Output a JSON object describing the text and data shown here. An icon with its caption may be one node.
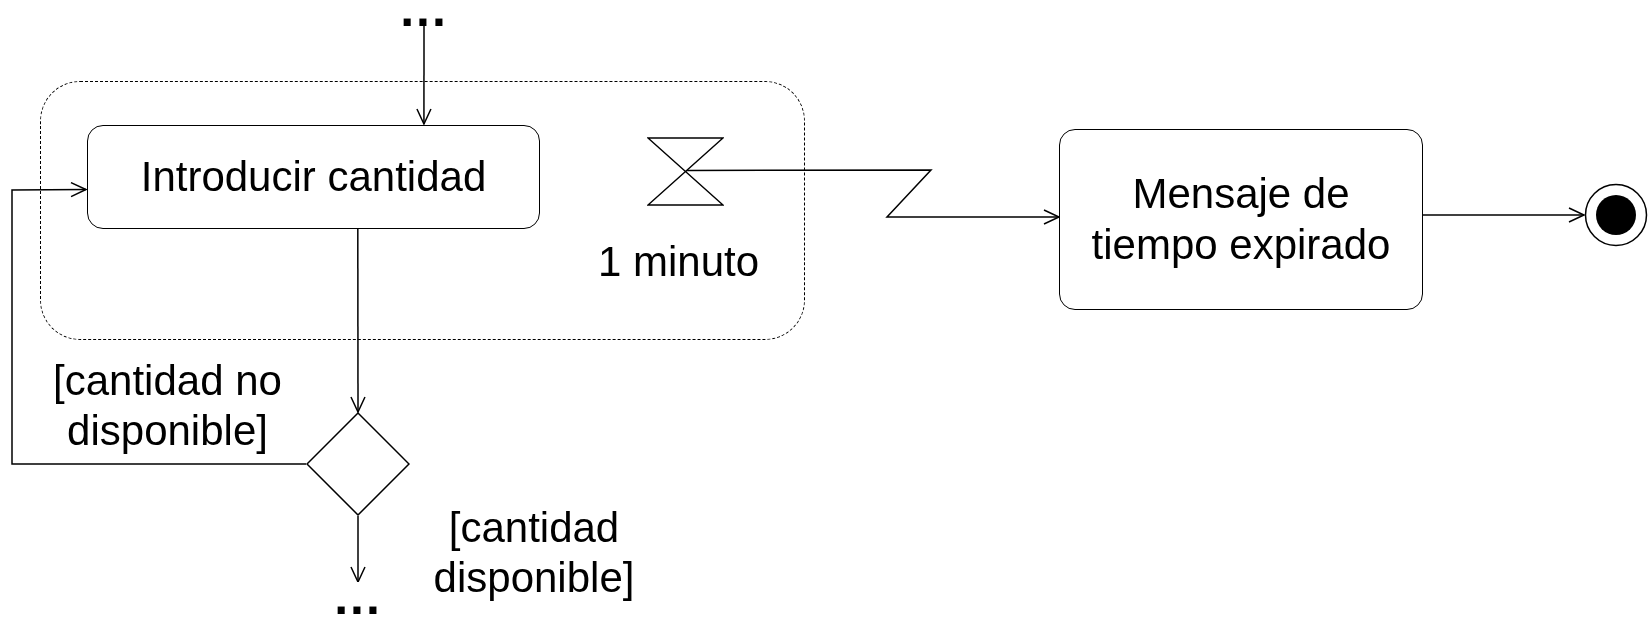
{
  "diagram": {
    "nodes": [
      {
        "text": [],
        "shape": "box"
      },
      {
        "text": [
          "Introducir cantidad"
        ],
        "in": 0
      },
      {
        "text": [],
        "shape": "hourglass",
        "beside": [
          "1 minuto"
        ],
        "in": 0
      },
      {
        "text": [
          "Mensaje de tiempo expirado"
        ]
      },
      {
        "text": [],
        "shape": "circle"
      },
      {
        "text": [],
        "shape": "diamond"
      },
      {
        "text": [
          "..."
        ]
      },
      {
        "text": [
          "..."
        ]
      }
    ],
    "edges": [
      {
        "from": 6,
        "to": 1,
        "arrow": "to"
      },
      {
        "from": 1,
        "to": 5,
        "arrow": "to"
      },
      {
        "from": 5,
        "to": 1,
        "arrow": "to",
        "label": "[cantidad no disponible]"
      },
      {
        "from": 5,
        "to": 7,
        "arrow": "to",
        "label": "[cantidad disponible]"
      },
      {
        "from": 2,
        "to": 3,
        "arrow": "to"
      },
      {
        "from": 3,
        "to": 4,
        "arrow": "to"
      }
    ]
  }
}
